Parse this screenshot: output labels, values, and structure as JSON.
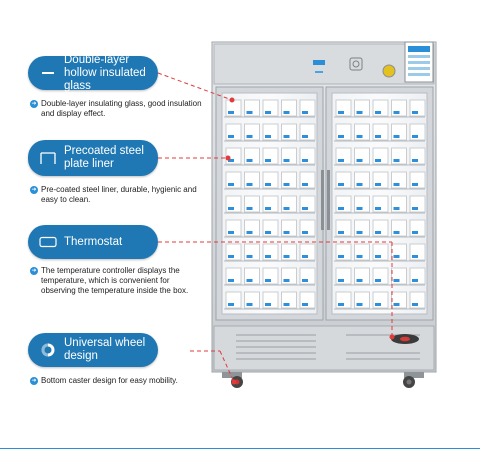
{
  "features": [
    {
      "icon": "glass-panel-icon",
      "title": "Double-layer hollow insulated glass",
      "description": "Double-layer insulating glass, good insulation and display effect."
    },
    {
      "icon": "steel-plate-icon",
      "title": "Precoated steel plate liner",
      "description": "Pre-coated steel liner, durable, hygienic and easy to clean."
    },
    {
      "icon": "thermostat-display-icon",
      "title": "Thermostat",
      "description": "The temperature controller displays the temperature, which is convenient for observing the temperature inside the box."
    },
    {
      "icon": "wheel-icon",
      "title": "Universal wheel design",
      "description": "Bottom caster design for easy mobility."
    }
  ],
  "colors": {
    "accent": "#1f78b4",
    "leader": "#e23b3b"
  }
}
